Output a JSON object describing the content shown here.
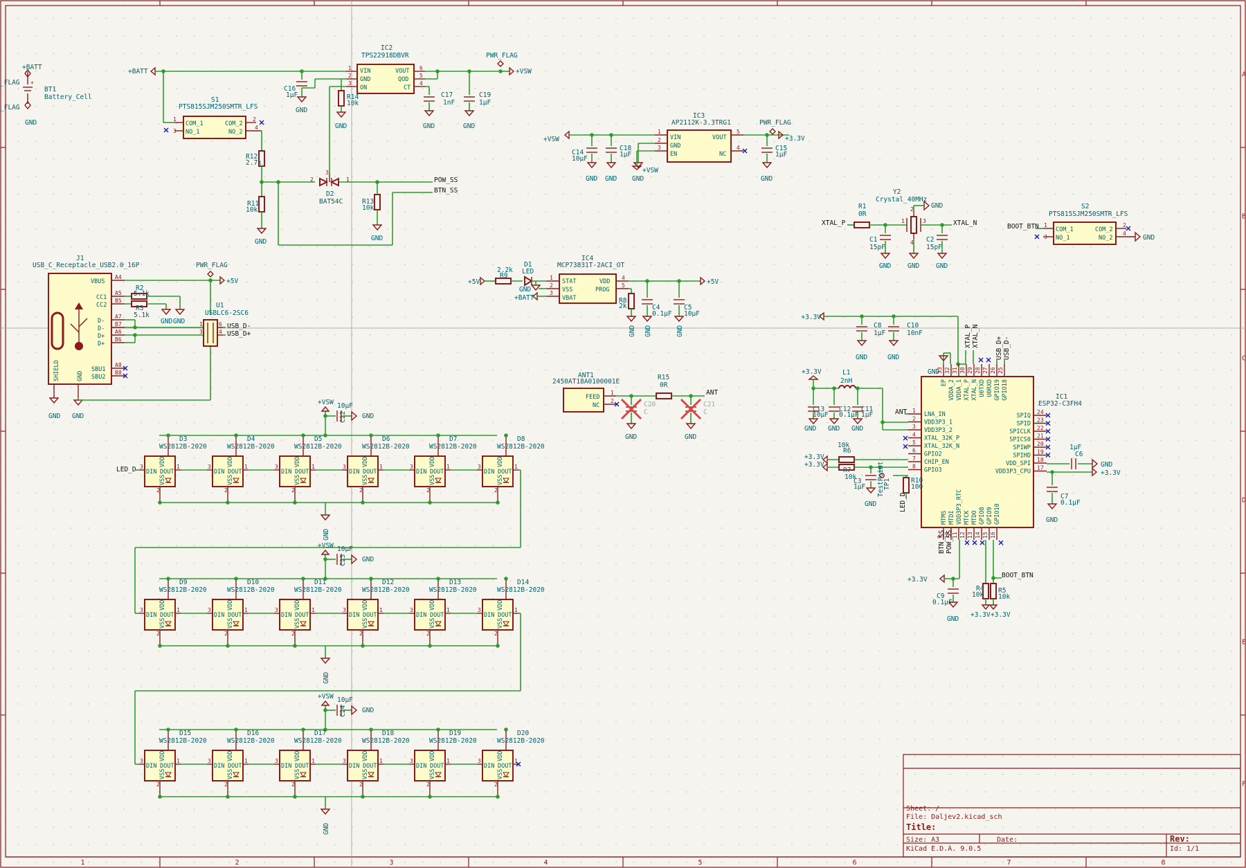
{
  "colors": {
    "background": "#f5f4ef",
    "component_outline": "#8b1a1a",
    "component_fill": "#fdfbc9",
    "wire": "#2d9b2d",
    "text": "#00606b",
    "no_connect": "#1a1aa8"
  },
  "components": {
    "bt1": {
      "ref": "BT1",
      "value": "Battery_Cell"
    },
    "s1": {
      "ref": "S1",
      "value": "PTS815SJM250SMTR_LFS",
      "pins": [
        "COM_1",
        "NO_1",
        "COM_2",
        "NO_2"
      ]
    },
    "ic2": {
      "ref": "IC2",
      "value": "TPS22918DBVR",
      "pins": [
        "VIN",
        "GND",
        "ON",
        "VOUT",
        "QOD",
        "CT"
      ]
    },
    "c16": {
      "ref": "C16",
      "value": "1µF"
    },
    "r14": {
      "ref": "R14",
      "value": "10k"
    },
    "c17": {
      "ref": "C17",
      "value": "1nF"
    },
    "c19": {
      "ref": "C19",
      "value": "1µF"
    },
    "r12": {
      "ref": "R12",
      "value": "2.7k"
    },
    "r11": {
      "ref": "R11",
      "value": "10k"
    },
    "d2": {
      "ref": "D2",
      "value": "BAT54C"
    },
    "r13": {
      "ref": "R13",
      "value": "10k"
    },
    "ic3": {
      "ref": "IC3",
      "value": "AP2112K-3.3TRG1",
      "pins": [
        "VIN",
        "GND",
        "EN",
        "VOUT",
        "NC"
      ]
    },
    "c14": {
      "ref": "C14",
      "value": "10µF"
    },
    "c18": {
      "ref": "C18",
      "value": "1µF"
    },
    "c15": {
      "ref": "C15",
      "value": "1µF"
    },
    "y2": {
      "ref": "Y2",
      "value": "Crystal_40MHz"
    },
    "r1": {
      "ref": "R1",
      "value": "0R"
    },
    "c1": {
      "ref": "C1",
      "value": "15pF"
    },
    "c2": {
      "ref": "C2",
      "value": "15pF"
    },
    "s2": {
      "ref": "S2",
      "value": "PTS815SJM250SMTR_LFS",
      "pins": [
        "COM_1",
        "NO_1",
        "COM_2",
        "NO_2"
      ]
    },
    "j1": {
      "ref": "J1",
      "value": "USB_C_Receptacle_USB2.0_16P",
      "pins": [
        "VBUS",
        "CC1",
        "CC2",
        "D-",
        "D-",
        "D+",
        "D+",
        "SBU1",
        "SBU2",
        "SHIELD",
        "GND"
      ]
    },
    "r2": {
      "ref": "R2",
      "value": "5.1k"
    },
    "r3": {
      "ref": "R3",
      "value": "5.1k"
    },
    "u1": {
      "ref": "U1",
      "value": "USBLC6-2SC6"
    },
    "ic4": {
      "ref": "IC4",
      "value": "MCP73831T-2ACI_OT",
      "pins": [
        "STAT",
        "VSS",
        "VBAT",
        "VDD",
        "PROG"
      ]
    },
    "r9": {
      "ref": "R9",
      "value": "2.2k"
    },
    "d1": {
      "ref": "D1",
      "value": "LED"
    },
    "r8": {
      "ref": "R8",
      "value": "2k"
    },
    "c4": {
      "ref": "C4",
      "value": "0.1µF"
    },
    "c5": {
      "ref": "C5",
      "value": "10µF"
    },
    "ant1": {
      "ref": "ANT1",
      "value": "2450AT18A0100001E",
      "pins": [
        "FEED",
        "NC"
      ]
    },
    "r15": {
      "ref": "R15",
      "value": "0R"
    },
    "c20": {
      "ref": "C20",
      "value": "C"
    },
    "c21": {
      "ref": "C21",
      "value": "C"
    },
    "c8": {
      "ref": "C8",
      "value": "1µF"
    },
    "c10": {
      "ref": "C10",
      "value": "10nF"
    },
    "l1": {
      "ref": "L1",
      "value": "2nH"
    },
    "c13": {
      "ref": "C13",
      "value": "10µF"
    },
    "c12": {
      "ref": "C12",
      "value": "0.1µF"
    },
    "c11": {
      "ref": "C11",
      "value": "1µF"
    },
    "r6": {
      "ref": "R6",
      "value": "10k"
    },
    "r7": {
      "ref": "R7",
      "value": "10k"
    },
    "c3": {
      "ref": "C3",
      "value": "1µF"
    },
    "tp1": {
      "ref": "TP1",
      "value": "TestPoint"
    },
    "r10": {
      "ref": "R10",
      "value": "100"
    },
    "ic1": {
      "ref": "IC1",
      "value": "ESP32-C3FH4",
      "left_pins": [
        "LNA_IN",
        "VDD3P3_1",
        "VDD3P3_2",
        "XTAL_32K_P",
        "XTAL_32K_N",
        "GPIO2",
        "CHIP_EN",
        "GPIO3"
      ],
      "right_pins": [
        "SPIQ",
        "SPID",
        "SPICLK",
        "SPICS0",
        "SPIWP",
        "SPIHD",
        "VDD_SPI",
        "VDD3P3_CPU"
      ],
      "top_pins": [
        "EP",
        "VDDA_2",
        "VDDA_1",
        "XTAL_P",
        "XTAL_N",
        "U0TXD",
        "U0RXD",
        "GPIO19",
        "GPIO18"
      ],
      "bottom_pins": [
        "MTMS",
        "MTDI",
        "VDD3P3_RTC",
        "MTCK",
        "MTDO",
        "GPIO8",
        "GPIO9",
        "GPIO10"
      ]
    },
    "c6": {
      "ref": "C6",
      "value": "1µF"
    },
    "c7": {
      "ref": "C7",
      "value": "0.1µF"
    },
    "c9": {
      "ref": "C9",
      "value": "0.1µF"
    },
    "r4": {
      "ref": "R4",
      "value": "10k"
    },
    "r5": {
      "ref": "R5",
      "value": "10k"
    },
    "c22": {
      "ref": "C22",
      "value": "10µF"
    },
    "c23": {
      "ref": "C23",
      "value": "10µF"
    },
    "c24": {
      "ref": "C24",
      "value": "10µF"
    }
  },
  "led_rows": [
    {
      "refs": [
        "D3",
        "D4",
        "D5",
        "D6",
        "D7",
        "D8"
      ]
    },
    {
      "refs": [
        "D9",
        "D10",
        "D11",
        "D12",
        "D13",
        "D14"
      ]
    },
    {
      "refs": [
        "D15",
        "D16",
        "D17",
        "D18",
        "D19",
        "D20"
      ]
    }
  ],
  "led_value": "WS2812B-2020",
  "led_pins": {
    "din": "DIN",
    "dout": "DOUT",
    "vdd": "VDD",
    "vss": "VSS"
  },
  "nets": {
    "batt": "+BATT",
    "vsw": "+VSW",
    "v33": "+3.3V",
    "v5": "+5V",
    "gnd": "GND",
    "pwr_flag": "PWR_FLAG",
    "pow_ss": "POW_SS",
    "btn_ss": "BTN_SS",
    "xtal_p": "XTAL_P",
    "xtal_n": "XTAL_N",
    "boot_btn": "BOOT_BTN",
    "usb_dm": "USB_D-",
    "usb_dp": "USB_D+",
    "ant": "ANT",
    "led_d": "LED_D",
    "flag_left": "_FLAG"
  },
  "title_block": {
    "sheet": "Sheet: /",
    "file": "File: Daljev2.kicad_sch",
    "title": "Title:",
    "size": "Size: A3",
    "date": "Date:",
    "rev": "Rev:",
    "tool": "KiCad E.D.A. 9.0.5",
    "id": "Id: 1/1"
  },
  "border": {
    "columns": [
      "1",
      "2",
      "3",
      "4",
      "5",
      "6",
      "7",
      "8"
    ],
    "rows": [
      "A",
      "B",
      "C",
      "D",
      "E",
      "F"
    ]
  }
}
